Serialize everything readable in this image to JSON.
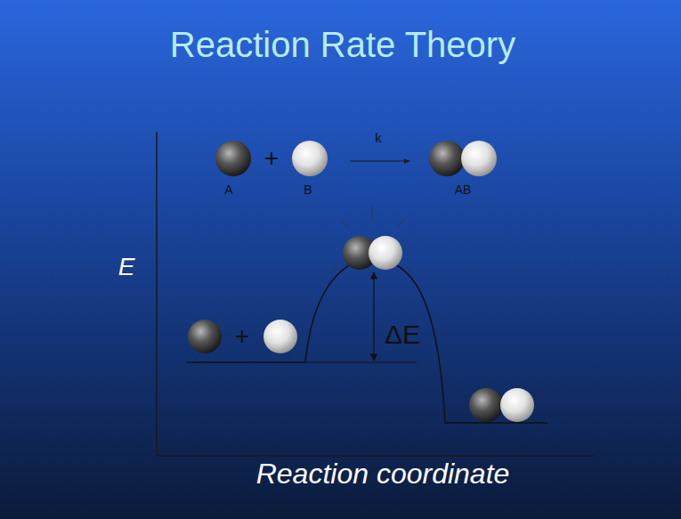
{
  "diagram": {
    "title": "Reaction Rate Theory",
    "labels": [
      "A",
      "+",
      "B",
      "k",
      "AB",
      "E",
      "+",
      "ΔE",
      "Reaction coordinate"
    ]
  }
}
